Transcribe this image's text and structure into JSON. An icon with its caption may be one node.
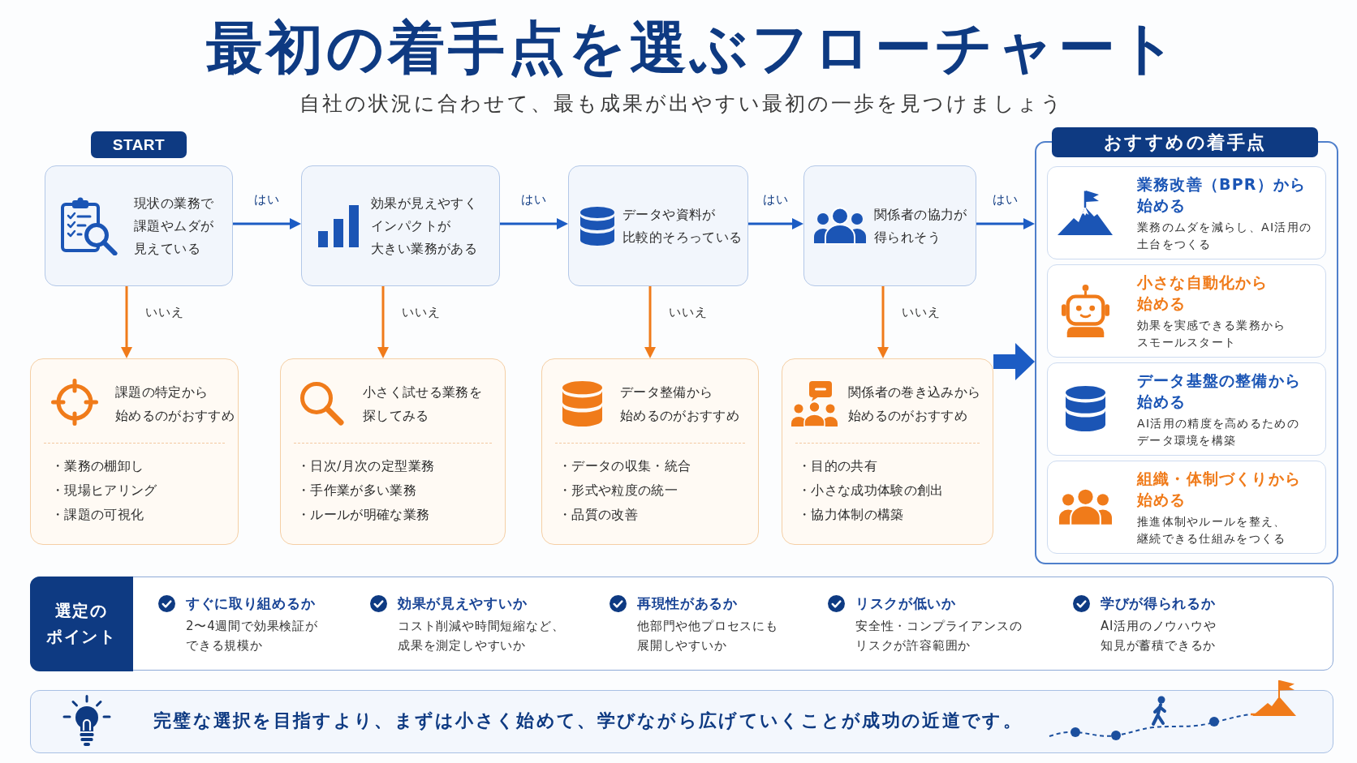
{
  "diagram": {
    "title": "最初の着手点を選ぶフローチャート",
    "nodes": [
      {
        "text": [
          "START"
        ]
      },
      {
        "text": [
          "現状の業務で課題やムダが見えている"
        ]
      },
      {
        "text": [
          "効果が見えやすくインパクトが大きい業務がある"
        ]
      },
      {
        "text": [
          "データや資料が比較的そろっている"
        ]
      },
      {
        "text": [
          "関係者の協力が得られそう"
        ]
      },
      {
        "text": [
          "おすすめの着手点"
        ]
      },
      {
        "text": [
          "業務改善（BPR）から始める",
          "業務のムダを減らし、AI活用の土台をつくる"
        ],
        "in": 5
      },
      {
        "text": [
          "小さな自動化から始める",
          "効果を実感できる業務からスモールスタート"
        ],
        "in": 5
      },
      {
        "text": [
          "データ基盤の整備から始める",
          "AI活用の精度を高めるためのデータ環境を構築"
        ],
        "in": 5
      },
      {
        "text": [
          "組織・体制づくりから始める",
          "推進体制やルールを整え、継続できる仕組みをつくる"
        ],
        "in": 5
      },
      {
        "text": [
          "課題の特定から始めるのがおすすめ",
          "・業務の棚卸し",
          "・現場ヒアリング",
          "・課題の可視化"
        ]
      },
      {
        "text": [
          "小さく試せる業務を探してみる",
          "・日次/月次の定型業務",
          "・手作業が多い業務",
          "・ルールが明確な業務"
        ]
      },
      {
        "text": [
          "データ整備から始めるのがおすすめ",
          "・データの収集・統合",
          "・形式や粒度の統一",
          "・品質の改善"
        ]
      },
      {
        "text": [
          "関係者の巻き込みから始めるのがおすすめ",
          "・目的の共有",
          "・小さな成功体験の創出",
          "・協力体制の構築"
        ]
      },
      {
        "text": [
          "選定のポイント",
          "すぐに取り組めるか",
          "2〜4週間で効果検証ができる規模か",
          "効果が見えやすいか",
          "コスト削減や時間短縮など、成果を測定しやすいか",
          "再現性があるか",
          "他部門や他プロセスにも展開しやすいか",
          "リスクが低いか",
          "安全性・コンプライアンスのリスクが許容範囲か",
          "学びが得られるか",
          "AI活用のノウハウや知見が蓄積できるか"
        ]
      },
      {
        "text": [
          "完璧な選択を目指すより、まずは小さく始めて、学びながら広げていくことが成功の近道です。"
        ]
      }
    ],
    "edges": [
      {
        "from": 1,
        "to": 2,
        "arrow": "to",
        "label": "はい"
      },
      {
        "from": 2,
        "to": 3,
        "arrow": "to",
        "label": "はい"
      },
      {
        "from": 3,
        "to": 4,
        "arrow": "to",
        "label": "はい"
      },
      {
        "from": 4,
        "to": 5,
        "arrow": "to",
        "label": "はい"
      },
      {
        "from": 1,
        "to": 10,
        "arrow": "to",
        "label": "いいえ",
        "color": "#f07b1a"
      },
      {
        "from": 2,
        "to": 11,
        "arrow": "to",
        "label": "いいえ",
        "color": "#f07b1a"
      },
      {
        "from": 3,
        "to": 12,
        "arrow": "to",
        "label": "いいえ",
        "color": "#f07b1a"
      },
      {
        "from": 4,
        "to": 13,
        "arrow": "to",
        "label": "いいえ",
        "color": "#f07b1a"
      },
      {
        "from": 13,
        "to": 5,
        "arrow": "to",
        "style": "thick"
      }
    ],
    "labels": [
      "自社の状況に合わせて、最も成果が出やすい最初の一歩を見つけましょう"
    ]
  }
}
